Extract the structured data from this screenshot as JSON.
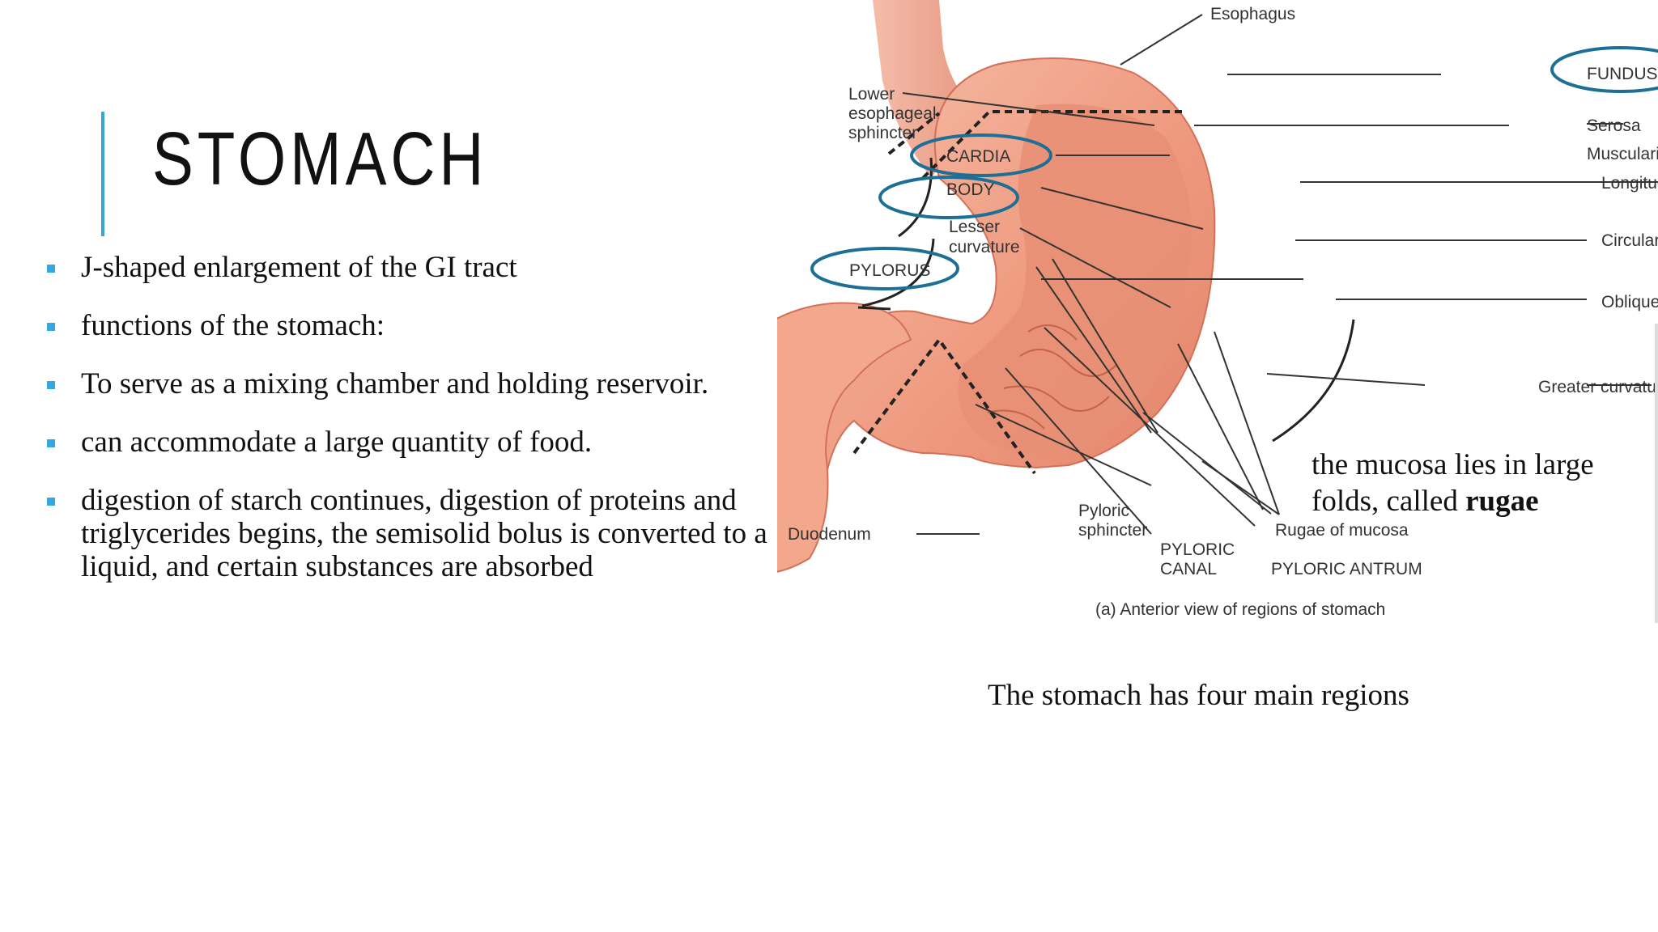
{
  "slide": {
    "title": "STOMACH",
    "bullets": [
      "J-shaped enlargement of the GI tract",
      "functions of the stomach:",
      "To serve as a mixing chamber and holding reservoir.",
      "can accommodate a large quantity of food.",
      "digestion of starch continues, digestion of proteins and triglycerides begins, the semisolid bolus is converted to a liquid, and certain substances are absorbed"
    ],
    "note_prefix": "the mucosa lies in large folds, called ",
    "note_bold": "rugae",
    "bottom_caption": "The stomach has four main regions"
  },
  "diagram": {
    "labels": {
      "esophagus": "Esophagus",
      "fundus": "FUNDUS",
      "les_1": "Lower",
      "les_2": "esophageal",
      "les_3": "sphincter",
      "serosa": "Serosa",
      "muscularis": "Muscularis:",
      "cardia": "CARDIA",
      "body": "BODY",
      "longitudinal": "Longitudinal layer",
      "lesser_1": "Lesser",
      "lesser_2": "curvature",
      "circular": "Circular layer",
      "pylorus": "PYLORUS",
      "oblique": "Oblique layer",
      "greater": "Greater curvature",
      "pyloric_sph_1": "Pyloric",
      "pyloric_sph_2": "sphincter",
      "rugae": "Rugae of mucosa",
      "duodenum": "Duodenum",
      "pyloric_canal_1": "PYLORIC",
      "pyloric_canal_2": "CANAL",
      "pyloric_antrum": "PYLORIC ANTRUM",
      "caption": "(a) Anterior view of regions of stomach"
    },
    "colors": {
      "circle": "#1e6f95",
      "tissue": "#f0a58a",
      "tissue_dark": "#d8765c",
      "bullet": "#35a6de"
    }
  }
}
